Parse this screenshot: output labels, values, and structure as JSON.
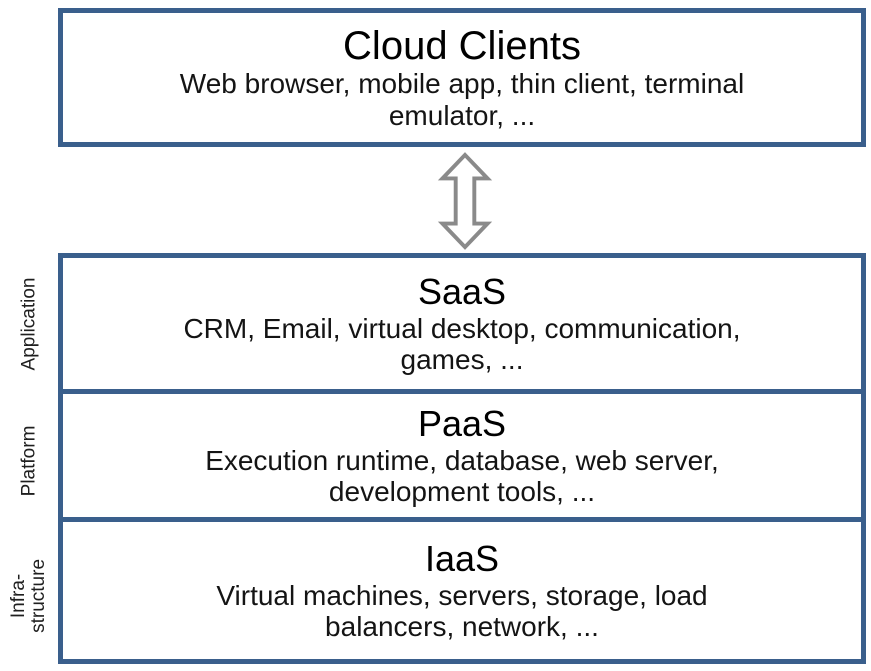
{
  "diagram": {
    "border_color": "#3A5F8C",
    "arrow_color": "#8A8A8A",
    "background_color": "#FFFFFF",
    "cloud_clients": {
      "title": "Cloud Clients",
      "lines": [
        "Web browser, mobile app, thin client, terminal",
        "emulator, ..."
      ]
    },
    "layers": [
      {
        "side_label_lines": [
          "Application"
        ],
        "title": "SaaS",
        "lines": [
          "CRM, Email, virtual desktop, communication,",
          "games, ..."
        ]
      },
      {
        "side_label_lines": [
          "Platform"
        ],
        "title": "PaaS",
        "lines": [
          "Execution runtime, database, web server,",
          "development tools, ..."
        ]
      },
      {
        "side_label_lines": [
          "Infra-",
          "structure"
        ],
        "title": "IaaS",
        "lines": [
          "Virtual machines, servers, storage, load",
          "balancers, network, ..."
        ]
      }
    ]
  }
}
